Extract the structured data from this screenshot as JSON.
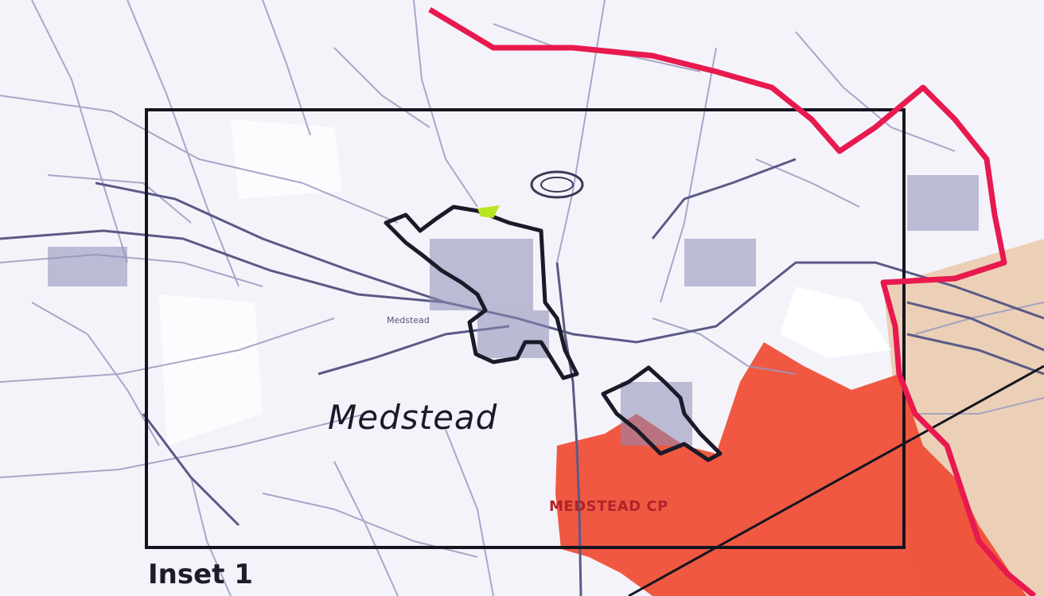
{
  "map": {
    "place_name": "Medstead",
    "small_label": "Medstead",
    "parish_label": "MEDSTEAD CP",
    "inset_label": "Inset 1"
  },
  "colors": {
    "background": "#f4f3fa",
    "roads": "#5a5a86",
    "minor_roads": "#9a9ac0",
    "settlement_boundary": "#1a1a28",
    "inset_frame": "#15151f",
    "parish_boundary": "#e8194e",
    "red_zone": "#ef4b32",
    "beige_zone": "#e9c9aa",
    "green_patch": "#b8e61e"
  },
  "legend_features": [
    "parish-boundary-line",
    "settlement-policy-boundary",
    "inset-frame",
    "protected-area"
  ]
}
